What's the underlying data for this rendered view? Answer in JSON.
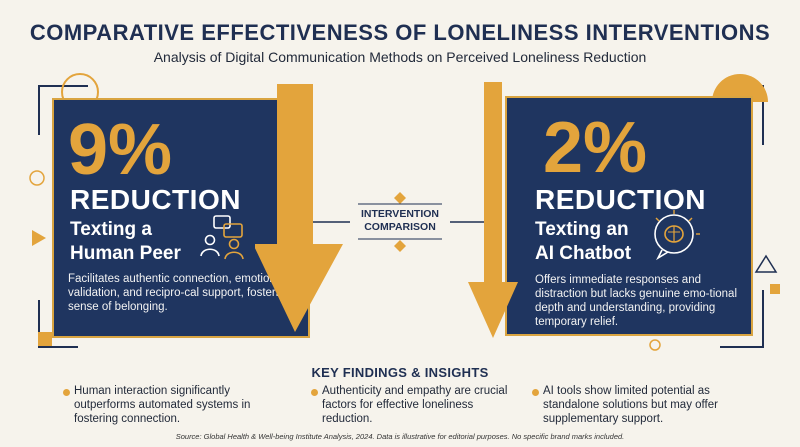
{
  "header": {
    "title": "COMPARATIVE EFFECTIVENESS OF LONELINESS INTERVENTIONS",
    "subtitle": "Analysis of Digital Communication Methods on Perceived Loneliness Reduction"
  },
  "left_panel": {
    "percent": "9%",
    "reduction": "REDUCTION",
    "method_line1": "Texting a",
    "method_line2": "Human Peer",
    "description": "Facilitates authentic connection, emotional validation, and recipro-cal support, fostering a sense of belonging."
  },
  "right_panel": {
    "percent": "2%",
    "reduction": "REDUCTION",
    "method_line1": "Texting an",
    "method_line2": "AI Chatbot",
    "description": "Offers immediate responses and distraction but lacks genuine emo-tional depth and understanding, providing temporary relief."
  },
  "center": {
    "line1": "INTERVENTION",
    "line2": "COMPARISON"
  },
  "findings": {
    "title": "KEY FINDINGS & INSIGHTS",
    "items": [
      "Human interaction significantly outperforms automated systems in fostering connection.",
      "Authenticity and empathy are crucial factors for effective loneliness reduction.",
      "AI tools show limited potential as standalone solutions but may offer supplementary support."
    ]
  },
  "source": "Source: Global Health & Well-being Institute Analysis, 2024. Data is illustrative for editorial purposes. No specific brand marks included.",
  "colors": {
    "navy": "#1f3560",
    "gold": "#e3a43c",
    "background": "#f6f3ec"
  },
  "icons": [
    "people-chat-icon",
    "ai-brain-chat-icon"
  ]
}
